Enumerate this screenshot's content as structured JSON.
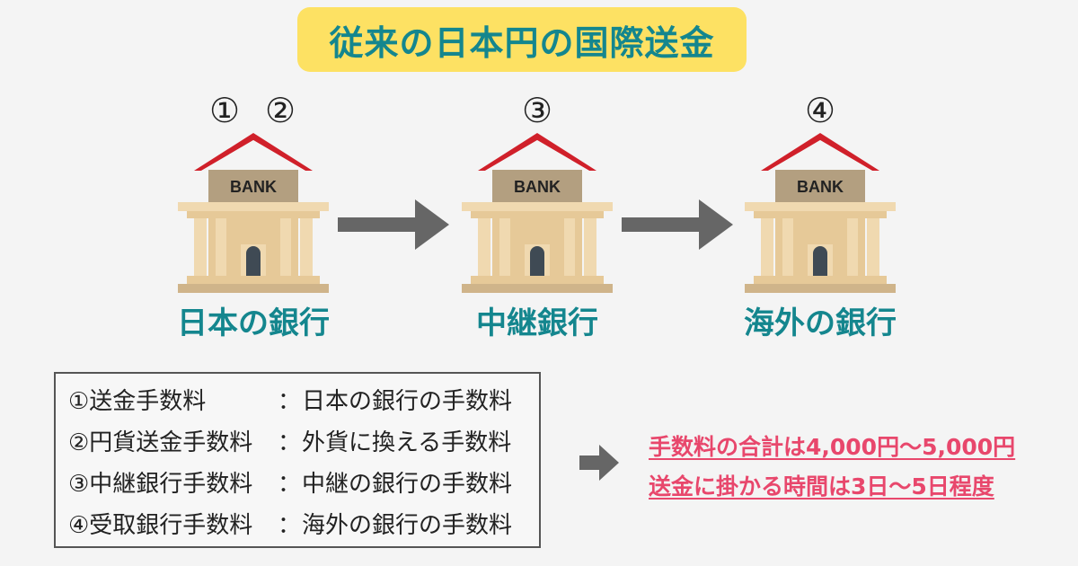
{
  "title": "従来の日本円の国際送金",
  "steps": {
    "n1": "①",
    "n2": "②",
    "n3": "③",
    "n4": "④"
  },
  "banks": [
    {
      "sign": "BANK",
      "label": "日本の銀行"
    },
    {
      "sign": "BANK",
      "label": "中継銀行"
    },
    {
      "sign": "BANK",
      "label": "海外の銀行"
    }
  ],
  "fees": [
    {
      "name": "①送金手数料",
      "sep": "：",
      "desc": "日本の銀行の手数料"
    },
    {
      "name": "②円貨送金手数料",
      "sep": "：",
      "desc": "外貨に換える手数料"
    },
    {
      "name": "③中継銀行手数料",
      "sep": "：",
      "desc": "中継の銀行の手数料"
    },
    {
      "name": "④受取銀行手数料",
      "sep": "：",
      "desc": "海外の銀行の手数料"
    }
  ],
  "results": {
    "line1": "手数料の合計は4,000円〜5,000円",
    "line2": "送金に掛かる時間は3日〜5日程度"
  },
  "colors": {
    "title_bg": "#fde163",
    "teal": "#14868e",
    "roof": "#d0202a",
    "pink": "#e8476c",
    "arrow": "#666666"
  }
}
